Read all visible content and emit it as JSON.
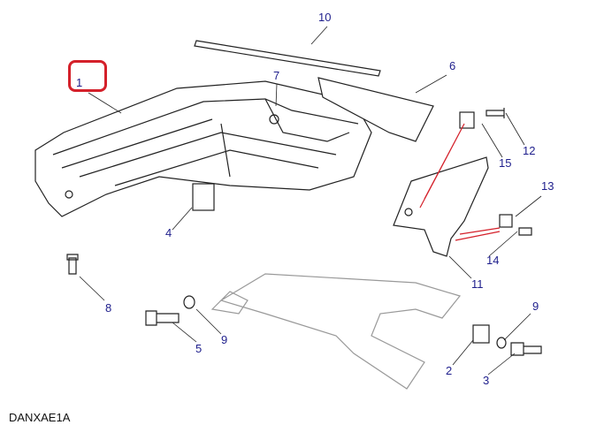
{
  "diagram": {
    "code": "DANXAE1A",
    "highlighted_part": "1",
    "callouts": {
      "p1": "1",
      "p10": "10",
      "p7": "7",
      "p6": "6",
      "p12": "12",
      "p15": "15",
      "p13": "13",
      "p14": "14",
      "p11": "11",
      "p4": "4",
      "p8": "8",
      "p9a": "9",
      "p5": "5",
      "p9b": "9",
      "p2": "2",
      "p3": "3"
    },
    "colors": {
      "callout": "#1e1e8c",
      "highlight": "#d4202a"
    }
  }
}
